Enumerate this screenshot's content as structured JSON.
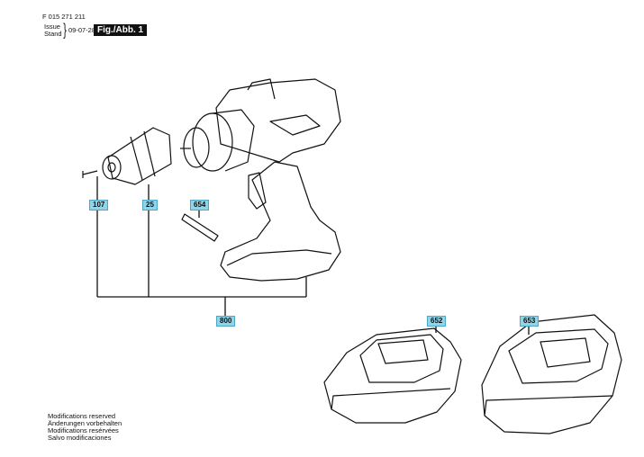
{
  "header": {
    "doc_number": "F 015 271 211",
    "issue_label": "Issue",
    "stand_label": "Stand",
    "date": "09-07-28",
    "fig_label": "Fig./Abb. 1"
  },
  "parts": [
    {
      "id": "107"
    },
    {
      "id": "25"
    },
    {
      "id": "654"
    },
    {
      "id": "800"
    },
    {
      "id": "652"
    },
    {
      "id": "653"
    }
  ],
  "notes": [
    "Modifications reserved",
    "Änderungen vorbehalten",
    "Modifications resérvées",
    "Salvo modificaciones"
  ],
  "colors": {
    "label_bg": "#8fd4e8",
    "line": "#111111"
  }
}
